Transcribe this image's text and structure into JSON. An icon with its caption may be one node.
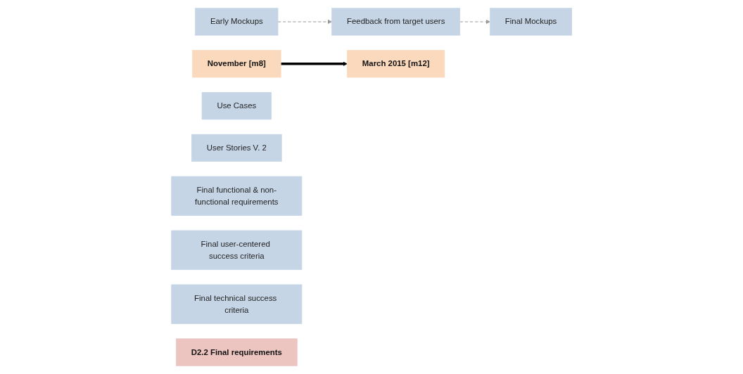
{
  "diagram": {
    "nodes": [
      {
        "text": [
          "November [m8]"
        ]
      },
      {
        "text": [
          "Feedback from target users"
        ]
      },
      {
        "text": [
          "March 2015 [m12]"
        ]
      },
      {
        "text": [
          "Early Mockups"
        ]
      },
      {
        "text": [
          "Use Cases"
        ]
      },
      {
        "text": [
          "User Stories V. 2"
        ]
      },
      {
        "text": [
          "Final Mockups"
        ]
      },
      {
        "text": [
          "Final functional & non-functional requirements"
        ]
      },
      {
        "text": [
          "Final user-centered success criteria"
        ]
      },
      {
        "text": [
          "Final technical success criteria"
        ]
      },
      {
        "text": [
          "D2.2 Final requirements"
        ]
      }
    ],
    "edges": [
      {
        "from": 0,
        "to": 2,
        "arrow": "to",
        "style": "thick",
        "color": "#000000"
      },
      {
        "from": 3,
        "to": 1,
        "arrow": "to",
        "style": "dashed"
      },
      {
        "from": 1,
        "to": 6,
        "arrow": "to",
        "style": "dashed"
      }
    ]
  }
}
